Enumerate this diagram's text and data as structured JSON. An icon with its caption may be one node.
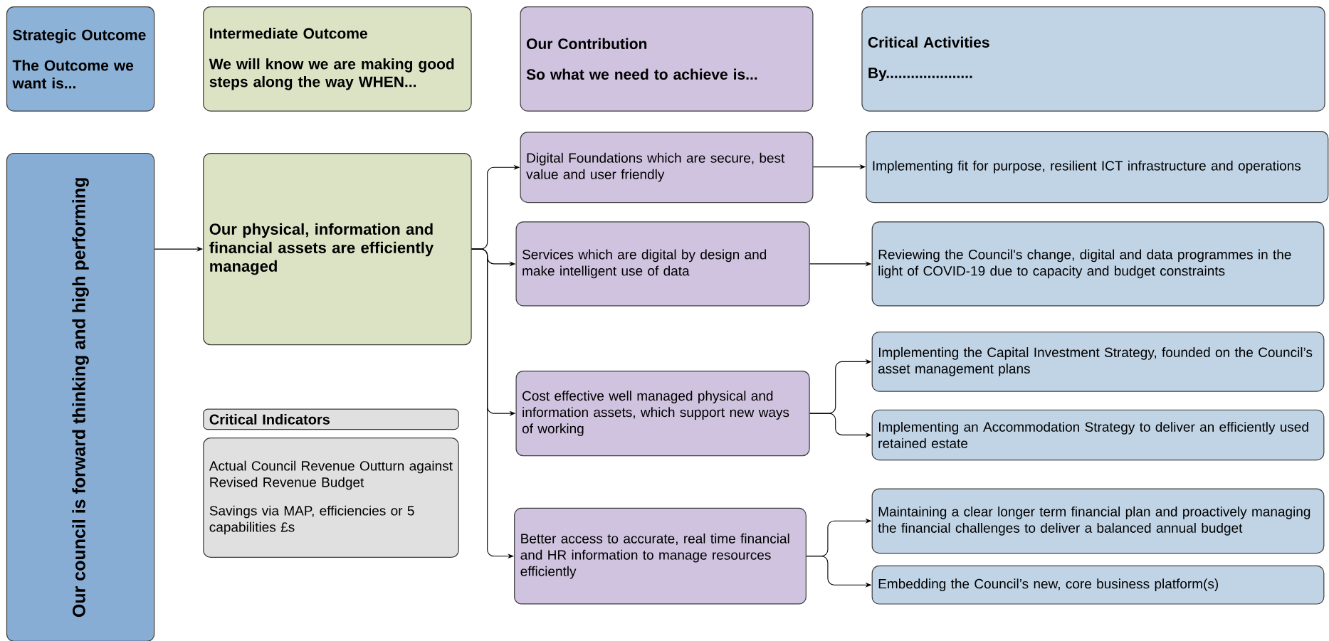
{
  "diagram": {
    "nodes": [
      {
        "text": [
          "Strategic Outcome",
          "The Outcome we want is..."
        ]
      },
      {
        "text": [
          "Intermediate Outcome",
          "We will know we are making good steps along the way WHEN..."
        ]
      },
      {
        "text": [
          "Our Contribution",
          "So what we need to achieve is..."
        ]
      },
      {
        "text": [
          "Critical Activities",
          "By....................."
        ]
      },
      {
        "text": [
          "Our council is forward thinking and high performing"
        ]
      },
      {
        "text": [
          "Our physical, information and financial assets are efficiently managed"
        ]
      },
      {
        "text": [
          "Critical Indicators"
        ]
      },
      {
        "text": [
          "Actual Council Revenue Outturn against Revised Revenue Budget",
          "Savings via MAP, efficiencies or 5 capabilities £s"
        ]
      },
      {
        "text": [
          "Digital Foundations which are secure, best value and user friendly"
        ]
      },
      {
        "text": [
          "Services which are digital by design and make intelligent use of data"
        ]
      },
      {
        "text": [
          "Cost effective well managed physical and information assets, which support new ways of working"
        ]
      },
      {
        "text": [
          "Better access to accurate, real time financial and HR information to manage resources efficiently"
        ]
      },
      {
        "text": [
          "Implementing fit for purpose, resilient ICT infrastructure and operations"
        ]
      },
      {
        "text": [
          "Reviewing the Council's change, digital and data programmes in the light of COVID-19 due to capacity and budget constraints"
        ]
      },
      {
        "text": [
          "Implementing the Capital Investment Strategy, founded on the Council’s asset management plans"
        ]
      },
      {
        "text": [
          "Implementing an Accommodation Strategy to deliver an efficiently used retained estate"
        ]
      },
      {
        "text": [
          "Maintaining a clear longer term financial plan and proactively managing the financial challenges to deliver a balanced annual budget"
        ]
      },
      {
        "text": [
          "Embedding the Council’s new, core business platform(s)"
        ]
      }
    ],
    "edges": [
      {
        "from": 4,
        "to": 5,
        "arrow": "to"
      },
      {
        "from": 5,
        "to": 8,
        "arrow": "to"
      },
      {
        "from": 5,
        "to": 9,
        "arrow": "to"
      },
      {
        "from": 5,
        "to": 10,
        "arrow": "to"
      },
      {
        "from": 5,
        "to": 11,
        "arrow": "to"
      },
      {
        "from": 8,
        "to": 12,
        "arrow": "to"
      },
      {
        "from": 9,
        "to": 13,
        "arrow": "to"
      },
      {
        "from": 10,
        "to": 14,
        "arrow": "to"
      },
      {
        "from": 10,
        "to": 15,
        "arrow": "to"
      },
      {
        "from": 11,
        "to": 16,
        "arrow": "to"
      },
      {
        "from": 11,
        "to": 17,
        "arrow": "to"
      }
    ]
  }
}
